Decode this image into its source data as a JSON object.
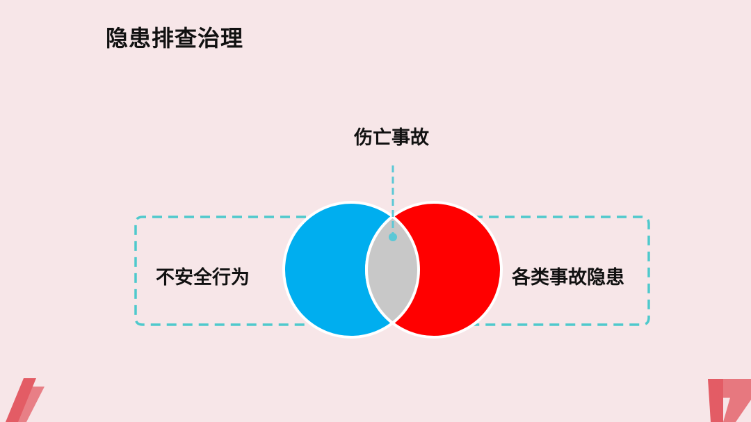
{
  "slide": {
    "title": "隐患排查治理"
  },
  "diagram": {
    "type": "venn",
    "left_set": {
      "label": "不安全行为",
      "color": "#00aeef"
    },
    "right_set": {
      "label": "各类事故隐患",
      "color": "#ff0000"
    },
    "intersection": {
      "label": "伤亡事故",
      "color": "#c8c8c8"
    },
    "connector_color": "#5bc8d6",
    "frame_color": "#4fc9cc"
  },
  "decor": {
    "corner_color": "#e0454f"
  }
}
